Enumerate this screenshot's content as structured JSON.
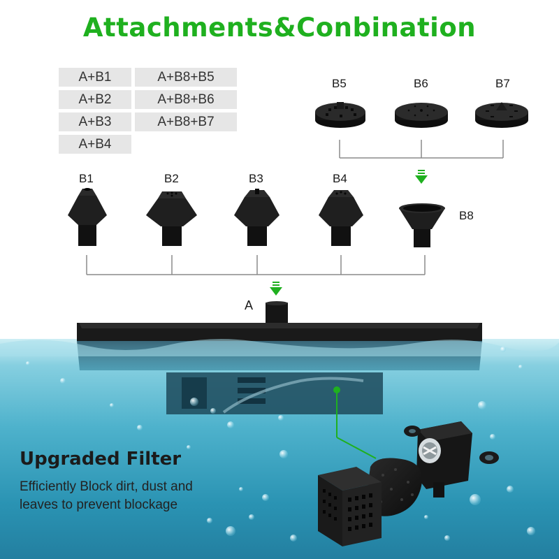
{
  "title": "Attachments&Conbination",
  "combinations": {
    "left": [
      "A+B1",
      "A+B2",
      "A+B3",
      "A+B4"
    ],
    "right": [
      "A+B8+B5",
      "A+B8+B6",
      "A+B8+B7"
    ]
  },
  "top_nozzles": [
    "B5",
    "B6",
    "B7"
  ],
  "nozzles": [
    "B1",
    "B2",
    "B3",
    "B4"
  ],
  "adapter_label": "B8",
  "base_label": "A",
  "filter": {
    "title": "Upgraded Filter",
    "line1": "Efficiently Block dirt, dust and",
    "line2": "leaves to prevent blockage"
  },
  "colors": {
    "accent": "#1fb01f",
    "water": "#2a93b3",
    "label_bg": "#e6e6e6"
  }
}
